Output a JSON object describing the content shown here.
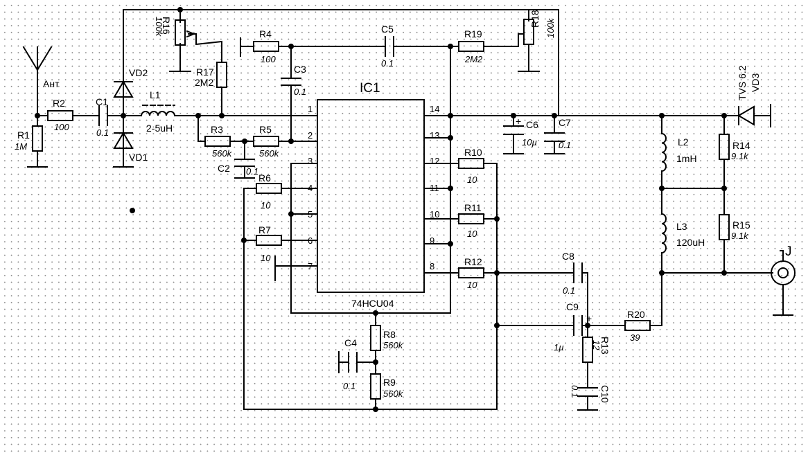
{
  "ic": {
    "name": "IC1",
    "part": "74HCU04",
    "pins_left": [
      "1",
      "2",
      "3",
      "4",
      "5",
      "6",
      "7"
    ],
    "pins_right": [
      "14",
      "13",
      "12",
      "11",
      "10",
      "9",
      "8"
    ]
  },
  "antenna": {
    "label": "Ант"
  },
  "output_label": "J",
  "resistors": {
    "R1": {
      "name": "R1",
      "value": "1M"
    },
    "R2": {
      "name": "R2",
      "value": "100"
    },
    "R3": {
      "name": "R3",
      "value": "560k"
    },
    "R4": {
      "name": "R4",
      "value": "100"
    },
    "R5": {
      "name": "R5",
      "value": "560k"
    },
    "R6": {
      "name": "R6",
      "value": "10"
    },
    "R7": {
      "name": "R7",
      "value": "10"
    },
    "R8": {
      "name": "R8",
      "value": "560k"
    },
    "R9": {
      "name": "R9",
      "value": "560k"
    },
    "R10": {
      "name": "R10",
      "value": "10"
    },
    "R11": {
      "name": "R11",
      "value": "10"
    },
    "R12": {
      "name": "R12",
      "value": "10"
    },
    "R13": {
      "name": "R13",
      "value": "12"
    },
    "R14": {
      "name": "R14",
      "value": "9.1k"
    },
    "R15": {
      "name": "R15",
      "value": "9.1k"
    },
    "R16": {
      "name": "R16",
      "value": "100k"
    },
    "R17": {
      "name": "R17",
      "value": "2M2"
    },
    "R18": {
      "name": "R18",
      "value": "100k"
    },
    "R19": {
      "name": "R19",
      "value": "2M2"
    },
    "R20": {
      "name": "R20",
      "value": "39"
    }
  },
  "capacitors": {
    "C1": {
      "name": "C1",
      "value": "0.1"
    },
    "C2": {
      "name": "C2",
      "value": "0.1"
    },
    "C3": {
      "name": "C3",
      "value": "0.1"
    },
    "C4": {
      "name": "C4",
      "value": "0.1"
    },
    "C5": {
      "name": "C5",
      "value": "0.1"
    },
    "C6": {
      "name": "C6",
      "value": "10µ"
    },
    "C7": {
      "name": "C7",
      "value": "0.1"
    },
    "C8": {
      "name": "C8",
      "value": "0.1"
    },
    "C9": {
      "name": "C9",
      "value": "1µ"
    },
    "C10": {
      "name": "C10",
      "value": "0.1"
    }
  },
  "inductors": {
    "L1": {
      "name": "L1",
      "value": "2-5uH"
    },
    "L2": {
      "name": "L2",
      "value": "1mH"
    },
    "L3": {
      "name": "L3",
      "value": "120uH"
    }
  },
  "diodes": {
    "VD1": {
      "name": "VD1"
    },
    "VD2": {
      "name": "VD2"
    },
    "VD3": {
      "name": "VD3",
      "value": "TVS 6.2"
    }
  }
}
